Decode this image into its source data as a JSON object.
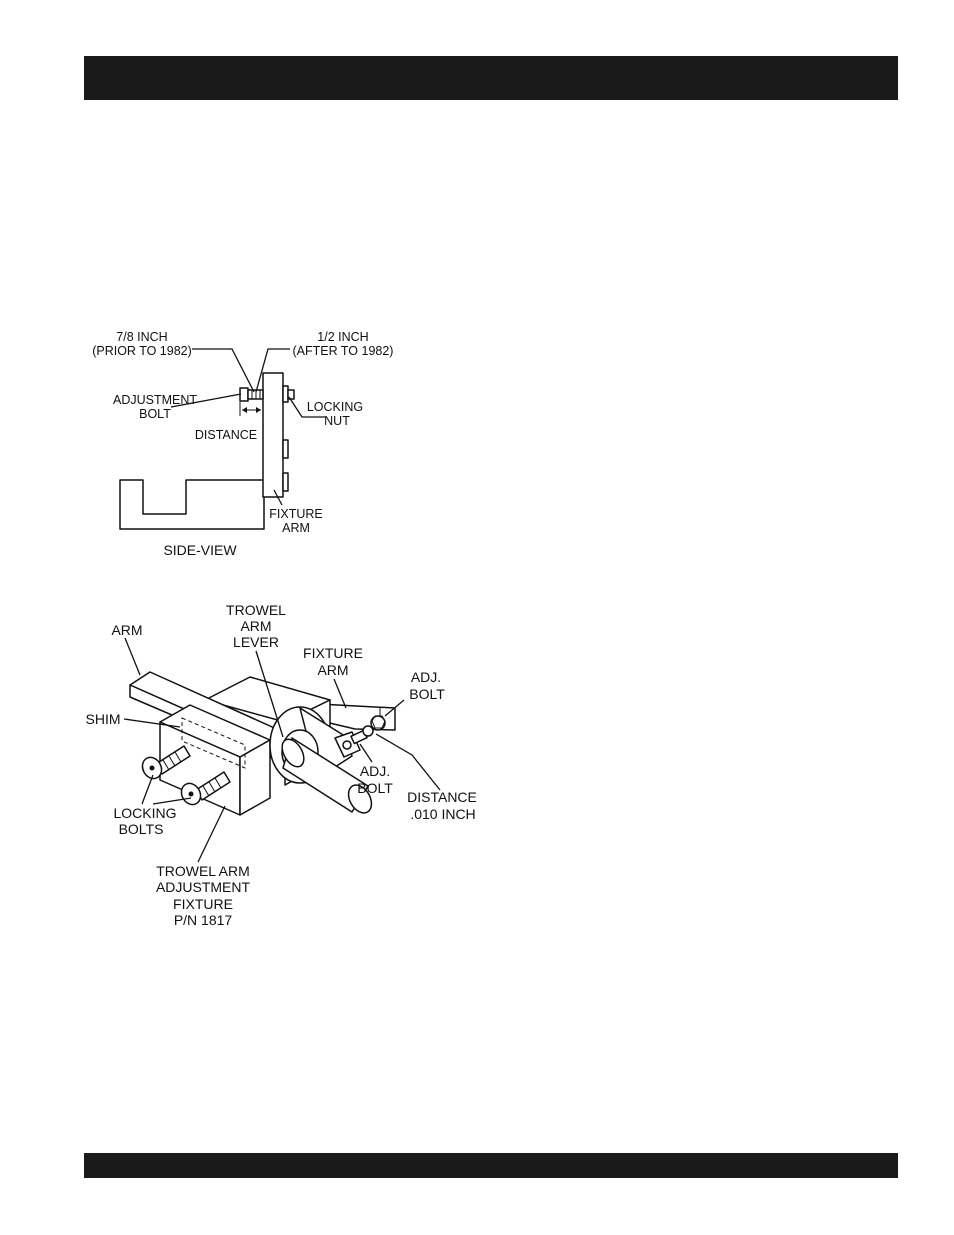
{
  "side_view": {
    "title": "SIDE-VIEW",
    "label_7_8_line1": "7/8 INCH",
    "label_7_8_line2": "(PRIOR TO 1982)",
    "label_1_2_line1": "1/2 INCH",
    "label_1_2_line2": "(AFTER TO 1982)",
    "adjustment_bolt_line1": "ADJUSTMENT",
    "adjustment_bolt_line2": "BOLT",
    "locking_nut_line1": "LOCKING",
    "locking_nut_line2": "NUT",
    "distance": "DISTANCE",
    "fixture_arm_line1": "FIXTURE",
    "fixture_arm_line2": "ARM"
  },
  "iso_view": {
    "trowel_arm_lever_line1": "TROWEL",
    "trowel_arm_lever_line2": "ARM",
    "trowel_arm_lever_line3": "LEVER",
    "arm": "ARM",
    "fixture_arm_line1": "FIXTURE",
    "fixture_arm_line2": "ARM",
    "adj_bolt_top_line1": "ADJ.",
    "adj_bolt_top_line2": "BOLT",
    "shim": "SHIM",
    "adj_bolt_lower_line1": "ADJ.",
    "adj_bolt_lower_line2": "BOLT",
    "distance_line1": "DISTANCE",
    "distance_line2": ".010 INCH",
    "locking_bolts_line1": "LOCKING",
    "locking_bolts_line2": "BOLTS",
    "fixture_name_line1": "TROWEL ARM",
    "fixture_name_line2": "ADJUSTMENT",
    "fixture_name_line3": "FIXTURE",
    "fixture_name_line4": "P/N 1817"
  }
}
